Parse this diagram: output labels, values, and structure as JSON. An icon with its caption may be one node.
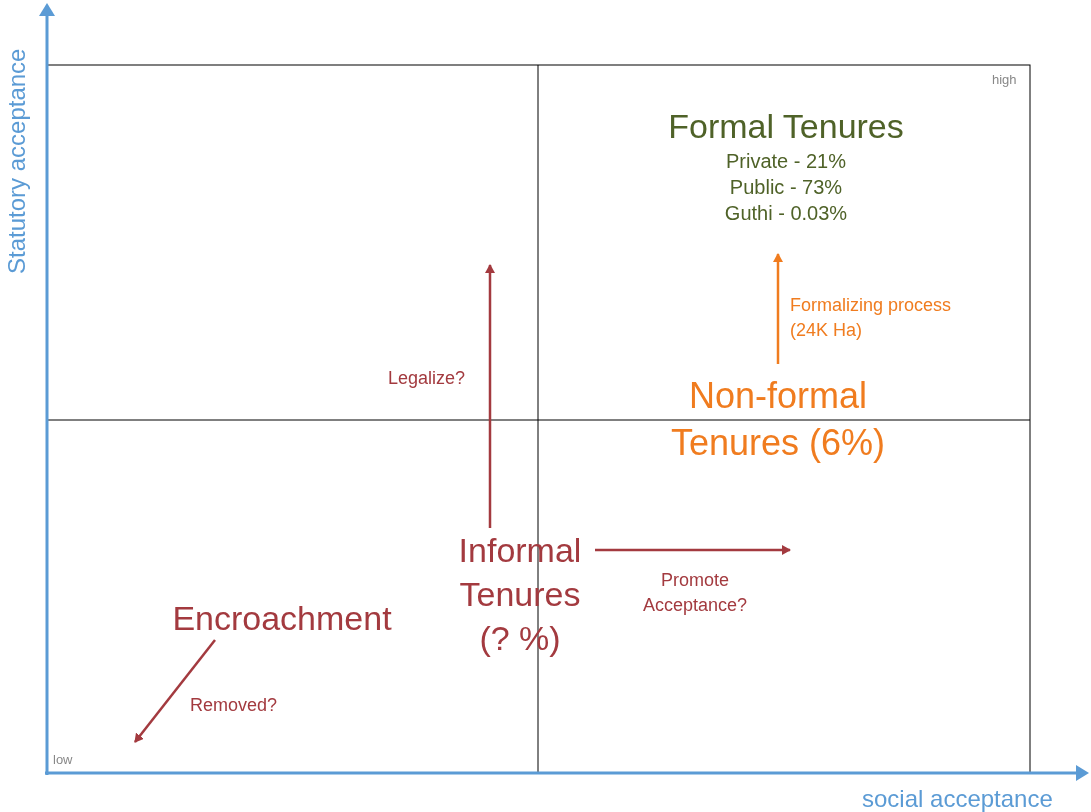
{
  "diagram": {
    "nodes": [
      {
        "text": [
          "Formal Tenures",
          "Private - 21%",
          "Public - 73%",
          "Guthi - 0.03%"
        ]
      },
      {
        "text": [
          "Non-formal Tenures (6%)"
        ]
      },
      {
        "text": [
          "Informal Tenures (? %)"
        ]
      },
      {
        "text": [
          "Encroachment"
        ]
      }
    ],
    "edges": [
      {
        "from": 1,
        "to": 0,
        "arrow": "to",
        "label": "Formalizing process (24K Ha)",
        "color": "#f07c1f"
      },
      {
        "from": 2,
        "to": null,
        "arrow": "to",
        "label": "Legalize?"
      },
      {
        "from": 2,
        "to": null,
        "arrow": "to",
        "label": "Promote Acceptance?"
      },
      {
        "from": 3,
        "to": null,
        "arrow": "to",
        "label": "Removed?"
      }
    ],
    "labels": [
      "Statutory acceptance",
      "high",
      "low",
      "social acceptance"
    ]
  }
}
